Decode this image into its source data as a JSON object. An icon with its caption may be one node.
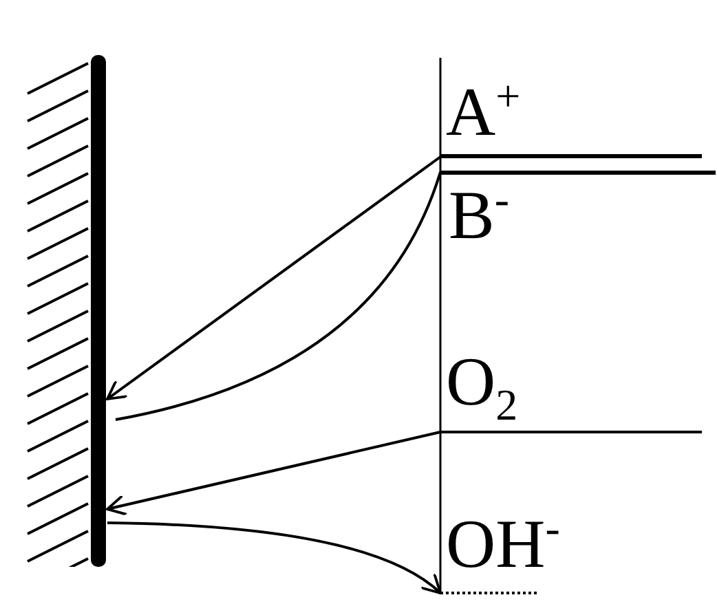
{
  "diagram": {
    "nodes": [
      {
        "text": [],
        "shape": "bar"
      },
      {
        "text": [
          "A$^{+}$"
        ]
      },
      {
        "text": [
          "B$^{-}$"
        ]
      },
      {
        "text": [
          "O$_{2}$"
        ]
      },
      {
        "text": [
          "OH$^{-}$"
        ]
      }
    ],
    "edges": [
      {
        "from": 1,
        "to": 0,
        "arrow": "to"
      },
      {
        "from": 2,
        "to": 0,
        "arrow": "none"
      },
      {
        "from": 3,
        "to": 0,
        "arrow": "to"
      },
      {
        "from": 0,
        "to": 4,
        "arrow": "to"
      }
    ]
  }
}
